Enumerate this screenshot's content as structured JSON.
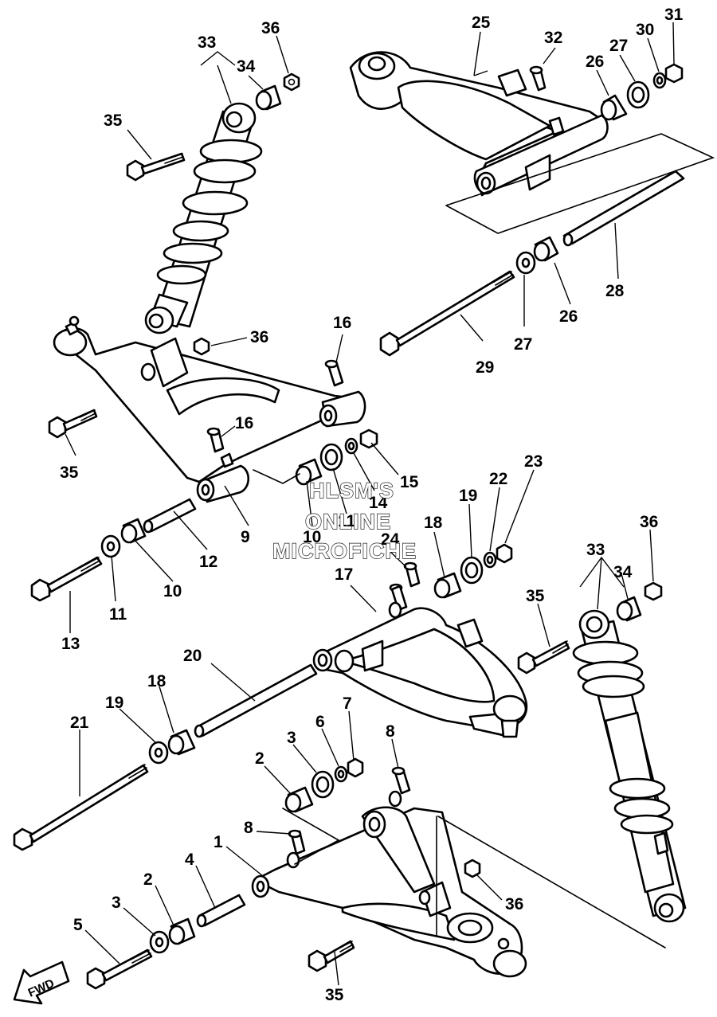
{
  "callouts": {
    "c1": "1",
    "c2a": "2",
    "c2b": "2",
    "c3a": "3",
    "c3b": "3",
    "c4": "4",
    "c5": "5",
    "c6": "6",
    "c7": "7",
    "c8a": "8",
    "c8b": "8",
    "c9": "9",
    "c10a": "10",
    "c10b": "10",
    "c11a": "11",
    "c11b": "11",
    "c12": "12",
    "c13": "13",
    "c14": "14",
    "c15": "15",
    "c16a": "16",
    "c16b": "16",
    "c17": "17",
    "c18a": "18",
    "c18b": "18",
    "c19a": "19",
    "c19b": "19",
    "c20": "20",
    "c21": "21",
    "c22": "22",
    "c23": "23",
    "c24": "24",
    "c25": "25",
    "c26a": "26",
    "c26b": "26",
    "c27a": "27",
    "c27b": "27",
    "c28": "28",
    "c29": "29",
    "c30": "30",
    "c31": "31",
    "c32": "32",
    "c33a": "33",
    "c33b": "33",
    "c34a": "34",
    "c34b": "34",
    "c35a": "35",
    "c35b": "35",
    "c35c": "35",
    "c35d": "35",
    "c36a": "36",
    "c36b": "36",
    "c36c": "36",
    "c36d": "36"
  },
  "watermark": {
    "line1": "HLSM'S",
    "line2": "ONLINE",
    "line3": "MICROFICHE"
  },
  "direction_label": "FWD"
}
